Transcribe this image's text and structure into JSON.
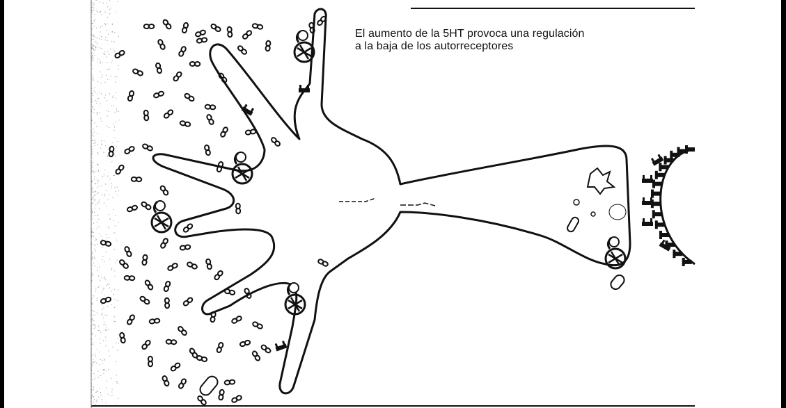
{
  "figure": {
    "caption_line1": "El aumento de la 5HT provoca una regulación",
    "caption_line2": "a la baja de los autorreceptores"
  },
  "colors": {
    "ink": "#111111",
    "paper": "#ffffff",
    "stipple": "#9a9a9a"
  },
  "icons": {
    "serotonin_molecule": "double-oval-glyph",
    "autoreceptor": "coiled-receptor-glyph",
    "postsynaptic_receptor": "comb-tooth-glyph"
  }
}
